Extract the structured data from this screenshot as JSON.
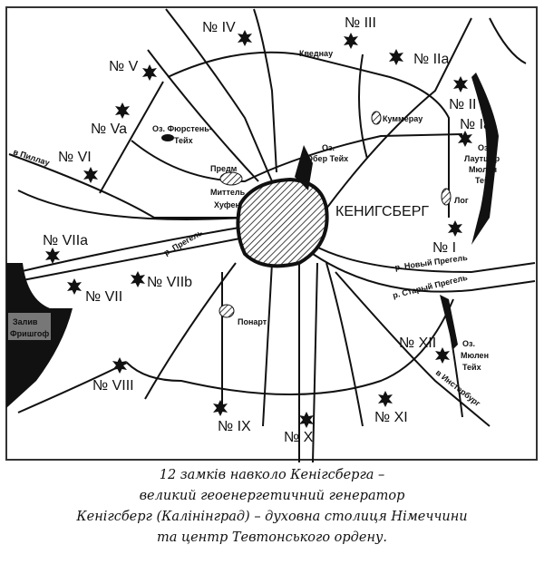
{
  "map": {
    "forts": [
      {
        "label": "№ I"
      },
      {
        "label": "№ Ia"
      },
      {
        "label": "№ II"
      },
      {
        "label": "№ IIa"
      },
      {
        "label": "№ III"
      },
      {
        "label": "№ IV"
      },
      {
        "label": "№ V"
      },
      {
        "label": "№ Va"
      },
      {
        "label": "№ VI"
      },
      {
        "label": "№ VIIa"
      },
      {
        "label": "№ VIIb"
      },
      {
        "label": "№ VII"
      },
      {
        "label": "№ VIII"
      },
      {
        "label": "№ IX"
      },
      {
        "label": "№ X"
      },
      {
        "label": "№ XI"
      },
      {
        "label": "№ XII"
      }
    ],
    "city": "КЕНИГСБЕРГ",
    "places": {
      "kvednau": "Кведнау",
      "kummerau": "Куммерау",
      "predm": "Предм",
      "mittel": "Миттель",
      "hufen": "Хуфен",
      "log": "Лог",
      "ponart": "Понарт"
    },
    "lakes": {
      "furst1": "Оз. Фюрстень-",
      "furst2": "Тейх",
      "ober1": "Оз.",
      "ober2": "Обер Тейх",
      "laut1": "Оз.",
      "laut2": "Лаутшер",
      "laut3": "Мюлен",
      "laut4": "Тейх",
      "mulen1": "Оз.",
      "mulen2": "Мюлен",
      "mulen3": "Тейх"
    },
    "roads": {
      "pillau": "в Пиллау",
      "insterburg": "в Инстербург"
    },
    "rivers": {
      "pregel": "р. Прегель",
      "new_pregel": "р. Новый Прегель",
      "old_pregel": "р. Старый Прегель"
    },
    "bay1": "Залив",
    "bay2": "Фришгоф"
  },
  "caption": {
    "lines": [
      "12 замків навколо Кенігсберга –",
      "великий геоенергетичний генератор",
      "Кенігсберг (Калінінград) – духовна столиця Німеччини",
      "та центр Тевтонського ордену."
    ]
  }
}
